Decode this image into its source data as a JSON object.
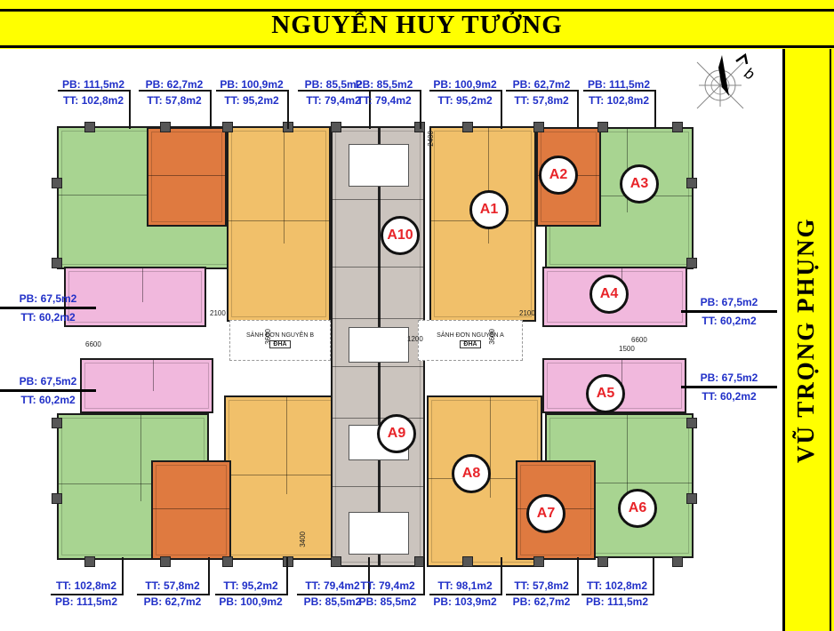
{
  "banner": {
    "top_street": "NGUYỄN HUY TƯỞNG",
    "right_street": "VŨ TRỌNG PHỤNG"
  },
  "colors": {
    "frame_yellow": "#FFFF00",
    "label_blue": "#2130C8",
    "unit_red": "#E8252A",
    "apartment_green": "#A8D491",
    "apartment_pink": "#F1B8DD",
    "apartment_orange": "#DF7A40",
    "apartment_amber": "#F1C06A",
    "core_gray": "#CBC4BE"
  },
  "areas": {
    "top": [
      {
        "pb": "PB: 111,5m2",
        "tt": "TT: 102,8m2"
      },
      {
        "pb": "PB: 62,7m2",
        "tt": "TT: 57,8m2"
      },
      {
        "pb": "PB: 100,9m2",
        "tt": "TT: 95,2m2"
      },
      {
        "pb": "PB: 85,5m2",
        "tt": "TT: 79,4m2"
      },
      {
        "pb": "PB: 85,5m2",
        "tt": "TT: 79,4m2"
      },
      {
        "pb": "PB: 100,9m2",
        "tt": "TT: 95,2m2"
      },
      {
        "pb": "PB: 62,7m2",
        "tt": "TT: 57,8m2"
      },
      {
        "pb": "PB: 111,5m2",
        "tt": "TT: 102,8m2"
      }
    ],
    "bottom": [
      {
        "tt": "TT: 102,8m2",
        "pb": "PB: 111,5m2"
      },
      {
        "tt": "TT: 57,8m2",
        "pb": "PB: 62,7m2"
      },
      {
        "tt": "TT: 95,2m2",
        "pb": "PB: 100,9m2"
      },
      {
        "tt": "TT: 79,4m2",
        "pb": "PB: 85,5m2"
      },
      {
        "tt": "TT: 79,4m2",
        "pb": "PB: 85,5m2"
      },
      {
        "tt": "TT: 98,1m2",
        "pb": "PB: 103,9m2"
      },
      {
        "tt": "TT: 57,8m2",
        "pb": "PB: 62,7m2"
      },
      {
        "tt": "TT: 102,8m2",
        "pb": "PB: 111,5m2"
      }
    ],
    "left": [
      {
        "pb": "PB: 67,5m2",
        "tt": "TT: 60,2m2"
      },
      {
        "pb": "PB: 67,5m2",
        "tt": "TT: 60,2m2"
      }
    ],
    "right": [
      {
        "pb": "PB: 67,5m2",
        "tt": "TT: 60,2m2"
      },
      {
        "pb": "PB: 67,5m2",
        "tt": "TT: 60,2m2"
      }
    ]
  },
  "units": [
    {
      "id": "A1"
    },
    {
      "id": "A2"
    },
    {
      "id": "A3"
    },
    {
      "id": "A4"
    },
    {
      "id": "A5"
    },
    {
      "id": "A6"
    },
    {
      "id": "A7"
    },
    {
      "id": "A8"
    },
    {
      "id": "A9"
    },
    {
      "id": "A10"
    }
  ],
  "lobbies": {
    "b": {
      "name": "SẢNH ĐƠN NGUYÊN B",
      "code": "ĐHA"
    },
    "a": {
      "name": "SẢNH ĐƠN NGUYÊN A",
      "code": "ĐHA"
    }
  },
  "dims": {
    "d6600": "6600",
    "d2100": "2100",
    "d1500": "1500",
    "d1200": "1200",
    "d3600": "3600",
    "d2400": "2400",
    "d3400": "3400"
  }
}
